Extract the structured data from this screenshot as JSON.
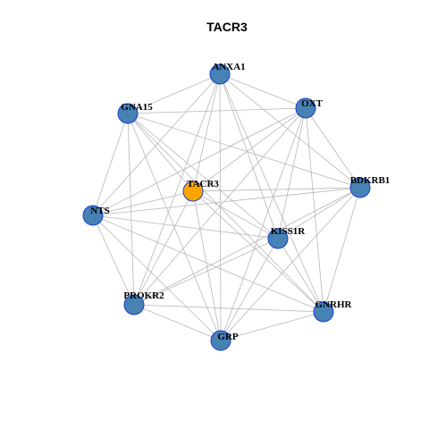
{
  "title": "TACR3",
  "colors": {
    "node_fill": "#4682b4",
    "node_stroke": "#1f3fcc",
    "hub_fill": "#ffa500",
    "edge": "#b8b8b8",
    "label": "#000000",
    "title": "#000000"
  },
  "nodes": [
    {
      "id": "ANXA1",
      "label": "ANXA1",
      "hub": false
    },
    {
      "id": "OXT",
      "label": "OXT",
      "hub": false
    },
    {
      "id": "BDKRB1",
      "label": "BDKRB1",
      "hub": false
    },
    {
      "id": "GNRHR",
      "label": "GNRHR",
      "hub": false
    },
    {
      "id": "GRP",
      "label": "GRP",
      "hub": false
    },
    {
      "id": "PROKR2",
      "label": "PROKR2",
      "hub": false
    },
    {
      "id": "NTS",
      "label": "NTS",
      "hub": false
    },
    {
      "id": "GNA15",
      "label": "GNA15",
      "hub": false
    },
    {
      "id": "TACR3",
      "label": "TACR3",
      "hub": true
    },
    {
      "id": "KISS1R",
      "label": "KISS1R",
      "hub": false
    }
  ],
  "edges": [
    [
      "ANXA1",
      "OXT"
    ],
    [
      "ANXA1",
      "BDKRB1"
    ],
    [
      "ANXA1",
      "GNRHR"
    ],
    [
      "ANXA1",
      "GRP"
    ],
    [
      "ANXA1",
      "PROKR2"
    ],
    [
      "ANXA1",
      "NTS"
    ],
    [
      "ANXA1",
      "GNA15"
    ],
    [
      "ANXA1",
      "TACR3"
    ],
    [
      "ANXA1",
      "KISS1R"
    ],
    [
      "OXT",
      "BDKRB1"
    ],
    [
      "OXT",
      "GNRHR"
    ],
    [
      "OXT",
      "GRP"
    ],
    [
      "OXT",
      "PROKR2"
    ],
    [
      "OXT",
      "NTS"
    ],
    [
      "OXT",
      "GNA15"
    ],
    [
      "OXT",
      "TACR3"
    ],
    [
      "OXT",
      "KISS1R"
    ],
    [
      "BDKRB1",
      "GNRHR"
    ],
    [
      "BDKRB1",
      "GRP"
    ],
    [
      "BDKRB1",
      "PROKR2"
    ],
    [
      "BDKRB1",
      "NTS"
    ],
    [
      "BDKRB1",
      "GNA15"
    ],
    [
      "BDKRB1",
      "TACR3"
    ],
    [
      "BDKRB1",
      "KISS1R"
    ],
    [
      "GNRHR",
      "GRP"
    ],
    [
      "GNRHR",
      "PROKR2"
    ],
    [
      "GNRHR",
      "NTS"
    ],
    [
      "GNRHR",
      "GNA15"
    ],
    [
      "GNRHR",
      "TACR3"
    ],
    [
      "GNRHR",
      "KISS1R"
    ],
    [
      "GRP",
      "PROKR2"
    ],
    [
      "GRP",
      "NTS"
    ],
    [
      "GRP",
      "GNA15"
    ],
    [
      "GRP",
      "TACR3"
    ],
    [
      "GRP",
      "KISS1R"
    ],
    [
      "PROKR2",
      "NTS"
    ],
    [
      "PROKR2",
      "GNA15"
    ],
    [
      "PROKR2",
      "TACR3"
    ],
    [
      "PROKR2",
      "KISS1R"
    ],
    [
      "NTS",
      "GNA15"
    ],
    [
      "NTS",
      "TACR3"
    ],
    [
      "NTS",
      "KISS1R"
    ],
    [
      "GNA15",
      "TACR3"
    ],
    [
      "GNA15",
      "KISS1R"
    ],
    [
      "TACR3",
      "KISS1R"
    ]
  ]
}
